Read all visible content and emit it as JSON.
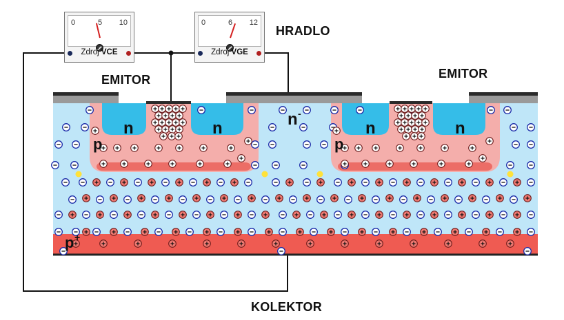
{
  "labels": {
    "gate": "HRADLO",
    "emitter_left": "EMITOR",
    "emitter_right": "EMITOR",
    "collector": "KOLEKTOR",
    "n_minus": "n",
    "n_minus_sup": "-",
    "n_left_1": "n",
    "n_left_2": "n",
    "n_right_1": "n",
    "n_right_2": "n",
    "p_left": "p",
    "p_right": "p",
    "p_plus": "p",
    "p_plus_sup": "+"
  },
  "meters": {
    "vce": {
      "scale": [
        "0",
        "5",
        "10"
      ],
      "label_prefix": "Zdroj ",
      "label_bold": "VCE",
      "value": 3.5,
      "max": 10
    },
    "vge": {
      "scale": [
        "0",
        "6",
        "12"
      ],
      "label_prefix": "Zdroj ",
      "label_bold": "VGE",
      "value": 8.5,
      "max": 12
    }
  },
  "colors": {
    "n_drift": "#bfe6f8",
    "n_plus": "#35bde8",
    "p_body": "#f4aeab",
    "p_plus_substrate": "#ef5b52",
    "metal": "#2a2a2a",
    "oxide": "#9a9a9a",
    "electron_ring": "#1a2ba8",
    "hole_fill": "#f07a72",
    "yellow": "#ffe23a"
  }
}
